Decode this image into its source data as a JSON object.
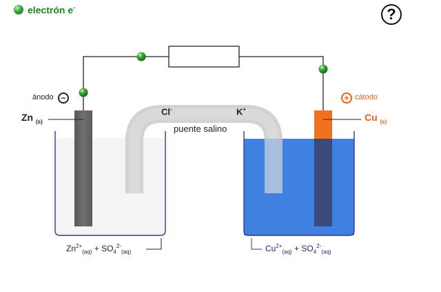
{
  "legend": {
    "label": "electrón e",
    "superscript": "-"
  },
  "help": {
    "symbol": "?"
  },
  "anode": {
    "name": "ánodo",
    "sign": "−",
    "metal": "Zn",
    "state": "(s)",
    "solution": {
      "ion1": "Zn",
      "ion1_charge": "2+",
      "ion1_state": "(aq)",
      "plus": "+",
      "ion2": "SO",
      "ion2_sub": "4",
      "ion2_charge": "2-",
      "ion2_state": "(aq)"
    }
  },
  "cathode": {
    "name": "cátodo",
    "sign": "+",
    "metal": "Cu",
    "state": "(s)",
    "solution": {
      "ion1": "Cu",
      "ion1_charge": "2+",
      "ion1_state": "(aq)",
      "plus": "+",
      "ion2": "SO",
      "ion2_sub": "4",
      "ion2_charge": "2-",
      "ion2_state": "(aq)"
    }
  },
  "salt_bridge": {
    "label": "puente salino",
    "anion": "Cl",
    "anion_charge": "-",
    "cation": "K",
    "cation_charge": "+"
  },
  "colors": {
    "electron": "#2e9a2e",
    "zinc": "#6b6b6b",
    "copper": "#f07020",
    "copper_solution": "#3f80e0",
    "zinc_solution": "#f3f4f3",
    "bridge": "#d4d4d4",
    "beaker": "#2a3a9a",
    "cathode_label": "#e8601c"
  }
}
